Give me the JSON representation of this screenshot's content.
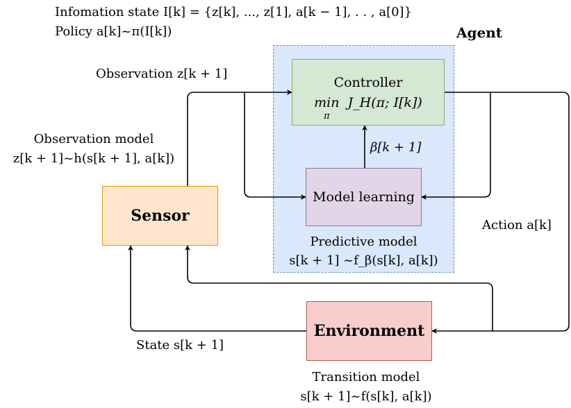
{
  "header": {
    "information_state": "Infomation state I[k] = {z[k], ..., z[1], a[k − 1], . . , a[0]}",
    "policy": "Policy a[k]~π(I[k])"
  },
  "agent": {
    "title": "Agent",
    "controller": {
      "title": "Controller",
      "objective": "min  J_H(π; I[k])",
      "objective_sub": "π"
    },
    "model_learning": {
      "title": "Model learning"
    },
    "parameter_label": "β[k + 1]",
    "predictive_model": {
      "title": "Predictive model",
      "equation": "s[k + 1] ~f_β(s[k], a[k])"
    }
  },
  "sensor": {
    "title": "Sensor",
    "model_title": "Observation model",
    "model_equation": "z[k + 1]~h(s[k + 1], a[k])"
  },
  "environment": {
    "title": "Environment",
    "model_title": "Transition model",
    "model_equation": "s[k + 1]~f(s[k], a[k])"
  },
  "signals": {
    "observation": "Observation z[k + 1]",
    "action": "Action a[k]",
    "state": "State s[k + 1]"
  },
  "colors": {
    "agent_fill": "#dae8fc",
    "agent_border": "#6c8ebf",
    "controller_fill": "#d5e8d4",
    "controller_border": "#82b366",
    "model_fill": "#e1d5e7",
    "model_border": "#9673a6",
    "sensor_fill": "#ffe6cc",
    "sensor_border": "#d79b00",
    "environment_fill": "#f8cecc",
    "environment_border": "#b85450"
  }
}
